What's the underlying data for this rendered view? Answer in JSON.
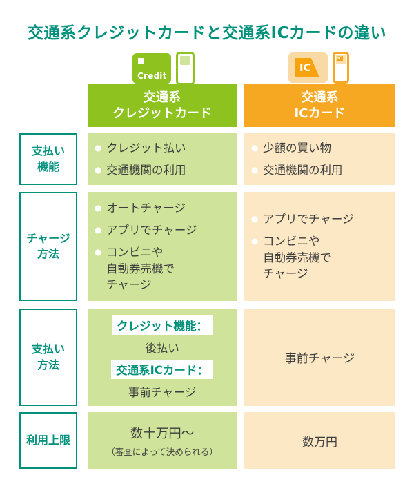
{
  "title": "交通系クレジットカードと交通系ICカードの違い",
  "icons": {
    "credit_card_label": "Credit",
    "ic_card_label": "IC",
    "ic_phone_chip_label": "IC"
  },
  "header": {
    "credit": "交通系\nクレジットカード",
    "ic": "交通系\nICカード"
  },
  "rows": {
    "function": {
      "label": "支払い\n機能",
      "credit_items": [
        "クレジット払い",
        "交通機関の利用"
      ],
      "ic_items": [
        "少額の買い物",
        "交通機関の利用"
      ]
    },
    "charge": {
      "label": "チャージ\n方法",
      "credit_items": [
        "オートチャージ",
        "アプリでチャージ",
        "コンビニや\n自動券売機で\nチャージ"
      ],
      "ic_items": [
        "アプリでチャージ",
        "コンビニや\n自動券売機で\nチャージ"
      ]
    },
    "payment": {
      "label": "支払い\n方法",
      "credit_tag1": "クレジット機能：",
      "credit_value1": "後払い",
      "credit_tag2": "交通系ICカード：",
      "credit_value2": "事前チャージ",
      "ic_text": "事前チャージ"
    },
    "limit": {
      "label": "利用上限",
      "credit_main": "数十万円〜",
      "credit_note": "（審査によって決められる）",
      "ic_text": "数万円"
    }
  },
  "bullet_glyph": "●",
  "colors": {
    "accent_teal": "#00917d",
    "credit_green": "#8dc21f",
    "credit_green_light": "#cfe49a",
    "ic_orange": "#f7a823",
    "ic_orange_mid": "#f7a30d",
    "ic_orange_light": "#fce8c5",
    "ic_card_bg": "#f9d9a4",
    "body_text": "#3e3e3e"
  }
}
